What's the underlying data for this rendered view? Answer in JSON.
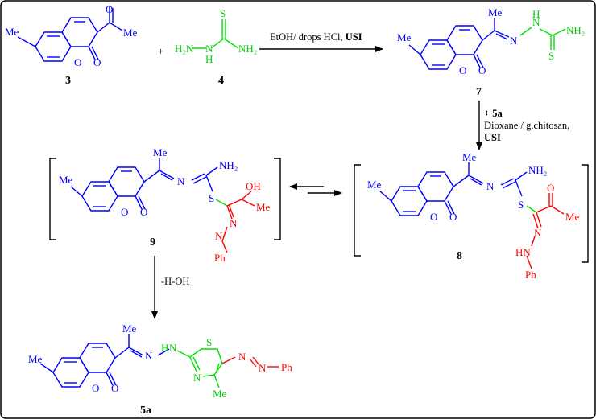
{
  "compounds": {
    "c3": "3",
    "c4": "4",
    "c7": "7",
    "c8": "8",
    "c9": "9",
    "c5a": "5a"
  },
  "symbols": {
    "plus": "+"
  },
  "conditions": {
    "step1_prefix": "EtOH/ drops HCl, ",
    "step1_bold": "USI",
    "step2_reagent": "+ 5a",
    "step2_solvent": "Dioxane / g.chitosan,",
    "step2_bold": "USI",
    "step3_h": "-H-",
    "step3_oh": "OH"
  },
  "atoms": {
    "me": "Me",
    "o": "O",
    "s": "S",
    "n": "N",
    "h": "H",
    "nh2": "NH₂",
    "h2n": "H₂N",
    "oh": "OH",
    "ph": "Ph",
    "hn": "HN"
  },
  "colors": {
    "coumarin": "#0000ff",
    "thio": "#00e000",
    "pheny": "#ff0000",
    "arrows": "#000000"
  }
}
